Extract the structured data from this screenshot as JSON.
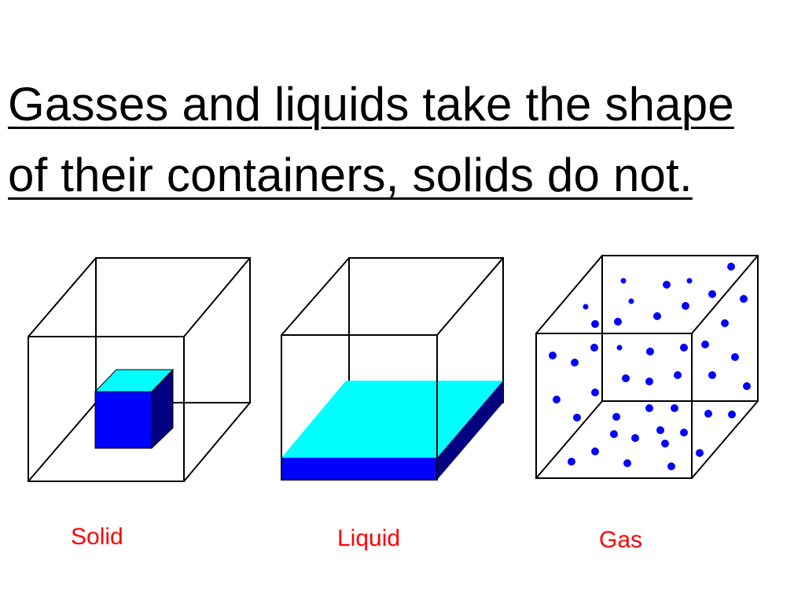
{
  "title": {
    "line1": "Gasses and liquids take the shape",
    "line2": "of their containers, solids do not."
  },
  "panels": [
    {
      "label": "Solid"
    },
    {
      "label": "Liquid"
    },
    {
      "label": "Gas"
    }
  ],
  "colors": {
    "label": "#ff0000",
    "solid_front": "#0000ff",
    "solid_top": "#00ffff",
    "solid_side": "#000080",
    "liquid_surface": "#00ffff",
    "liquid_front": "#0000ff",
    "liquid_side": "#000080",
    "gas_particles": "#0000ff"
  }
}
